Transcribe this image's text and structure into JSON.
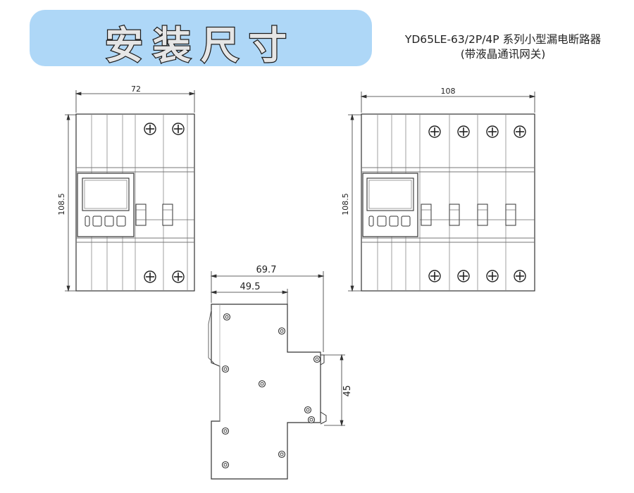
{
  "header": {
    "title": "安装尺寸",
    "product_line1": "YD65LE-63/2P/4P 系列小型漏电断路器",
    "product_line2": "(带液晶通讯网关)"
  },
  "front_view_2p": {
    "width_label": "72",
    "height_label": "108.5"
  },
  "front_view_4p": {
    "width_label": "108",
    "height_label": "108.5"
  },
  "side_view": {
    "depth_total_label": "69.7",
    "depth_front_label": "49.5",
    "rail_height_label": "45"
  }
}
